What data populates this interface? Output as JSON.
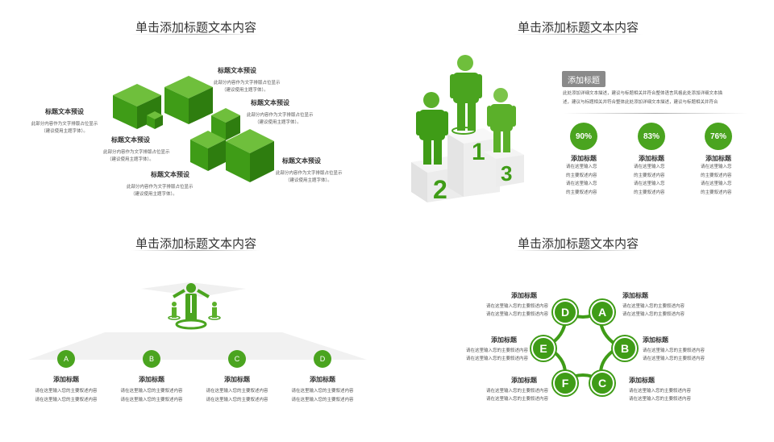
{
  "colors": {
    "accent": "#4aa41f",
    "dark": "#2e7d0f",
    "light": "#7cc44a"
  },
  "q1": {
    "title": "单击添加标题文本内容",
    "items": [
      {
        "title": "标题文本预设",
        "line1": "此部分内容作为文字排版占位显示",
        "line2": "（建议使用主题字体）。"
      },
      {
        "title": "标题文本预设",
        "line1": "此部分内容作为文字排版占位显示",
        "line2": "（建议使用主题字体）。"
      },
      {
        "title": "标题文本预设",
        "line1": "此部分内容作为文字排版占位显示",
        "line2": "（建议使用主题字体）。"
      },
      {
        "title": "标题文本预设",
        "line1": "此部分内容作为文字排版占位显示",
        "line2": "（建议使用主题字体）。"
      },
      {
        "title": "标题文本预设",
        "line1": "此部分内容作为文字排版占位显示",
        "line2": "（建议使用主题字体）。"
      },
      {
        "title": "标题文本预设",
        "line1": "此部分内容作为文字排版占位显示",
        "line2": "（建议使用主题字体）。"
      }
    ]
  },
  "q2": {
    "title": "单击添加标题文本内容",
    "tag": "添加标题",
    "desc1": "此处添加详细文本描述，建议与标题相关并符合整体语言风格此处添加详细文本描",
    "desc2": "述，建议与标题相关并符合整体此处添加详细文本描述，建议与标题相关并符合",
    "podium": {
      "n1": "1",
      "n2": "2",
      "n3": "3"
    },
    "stats": [
      {
        "pct": "90%",
        "value": 0.9,
        "head": "添加标题",
        "l1": "请在这里输入您",
        "l2": "的主要叙述内容",
        "l3": "请在这里输入您",
        "l4": "的主要叙述内容"
      },
      {
        "pct": "83%",
        "value": 0.83,
        "head": "添加标题",
        "l1": "请在这里输入您",
        "l2": "的主要叙述内容",
        "l3": "请在这里输入您",
        "l4": "的主要叙述内容"
      },
      {
        "pct": "76%",
        "value": 0.76,
        "head": "添加标题",
        "l1": "请在这里输入您",
        "l2": "的主要叙述内容",
        "l3": "请在这里输入您",
        "l4": "的主要叙述内容"
      }
    ]
  },
  "q3": {
    "title": "单击添加标题文本内容",
    "items": [
      {
        "letter": "A",
        "head": "添加标题",
        "l1": "请在这里输入您的主要叙述内容",
        "l2": "请在这里输入您的主要叙述内容"
      },
      {
        "letter": "B",
        "head": "添加标题",
        "l1": "请在这里输入您的主要叙述内容",
        "l2": "请在这里输入您的主要叙述内容"
      },
      {
        "letter": "C",
        "head": "添加标题",
        "l1": "请在这里输入您的主要叙述内容",
        "l2": "请在这里输入您的主要叙述内容"
      },
      {
        "letter": "D",
        "head": "添加标题",
        "l1": "请在这里输入您的主要叙述内容",
        "l2": "请在这里输入您的主要叙述内容"
      }
    ]
  },
  "q4": {
    "title": "单击添加标题文本内容",
    "badges": {
      "a": "A",
      "b": "B",
      "c": "C",
      "d": "D",
      "e": "E",
      "f": "F"
    },
    "items": [
      {
        "head": "添加标题",
        "l1": "请在这里输入您的主要叙述内容",
        "l2": "请在这里输入您的主要叙述内容"
      },
      {
        "head": "添加标题",
        "l1": "请在这里输入您的主要叙述内容",
        "l2": "请在这里输入您的主要叙述内容"
      },
      {
        "head": "添加标题",
        "l1": "请在这里输入您的主要叙述内容",
        "l2": "请在这里输入您的主要叙述内容"
      },
      {
        "head": "添加标题",
        "l1": "请在这里输入您的主要叙述内容",
        "l2": "请在这里输入您的主要叙述内容"
      },
      {
        "head": "添加标题",
        "l1": "请在这里输入您的主要叙述内容",
        "l2": "请在这里输入您的主要叙述内容"
      },
      {
        "head": "添加标题",
        "l1": "请在这里输入您的主要叙述内容",
        "l2": "请在这里输入您的主要叙述内容"
      }
    ]
  }
}
